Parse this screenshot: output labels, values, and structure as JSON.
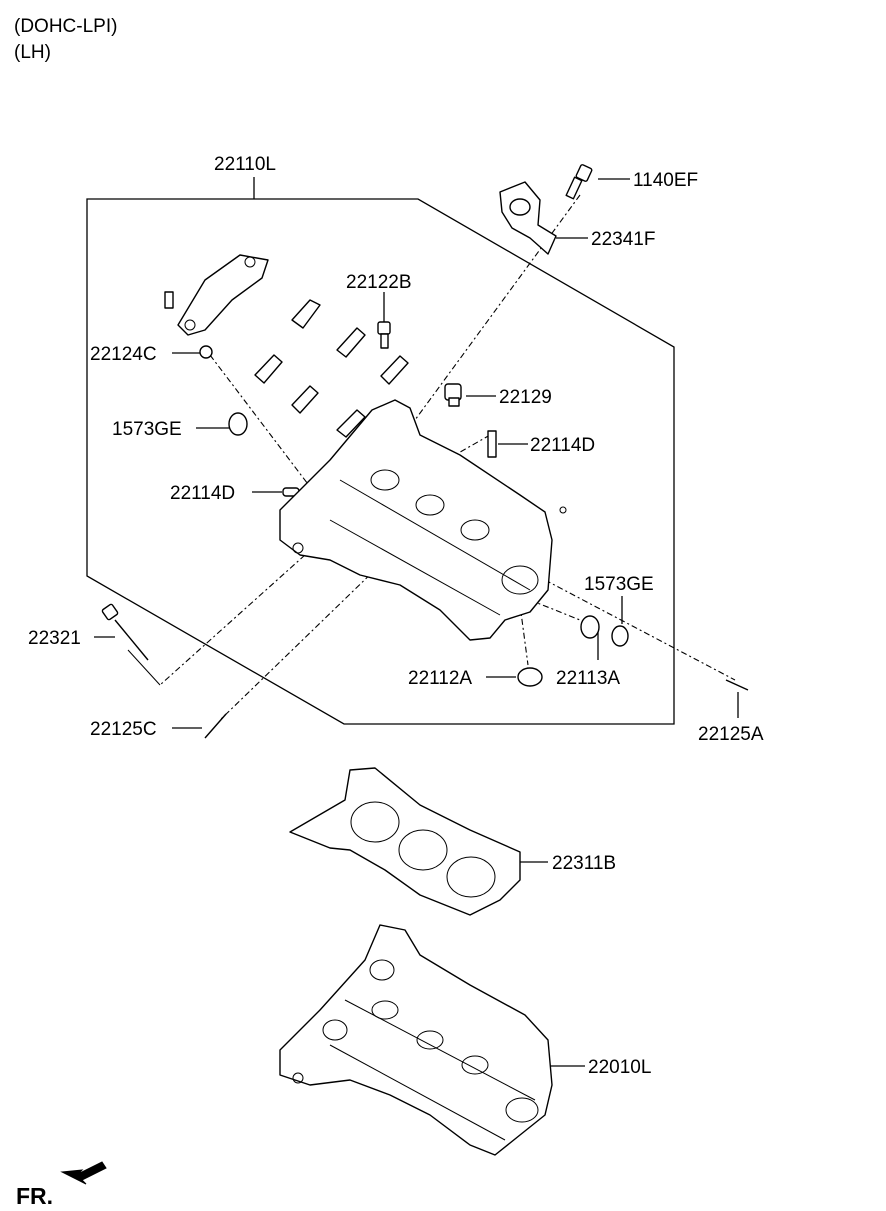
{
  "header": {
    "engine": "(DOHC-LPI)",
    "side": "(LH)"
  },
  "labels": {
    "assembly": "22110L",
    "bolt_1140EF": "1140EF",
    "bracket_22341F": "22341F",
    "bolt_22122B": "22122B",
    "dowel_22124C": "22124C",
    "plug_22129": "22129",
    "plug_1573GE_left": "1573GE",
    "pin_22114D_right": "22114D",
    "pin_22114D_left": "22114D",
    "plug_1573GE_right": "1573GE",
    "bolt_22321": "22321",
    "oring_22112A": "22112A",
    "oring_22113A": "22113A",
    "stud_22125C": "22125C",
    "stud_22125A": "22125A",
    "gasket_22311B": "22311B",
    "head_22010L": "22010L"
  },
  "front_indicator": {
    "label": "FR.",
    "icon": "front-arrow-icon"
  }
}
